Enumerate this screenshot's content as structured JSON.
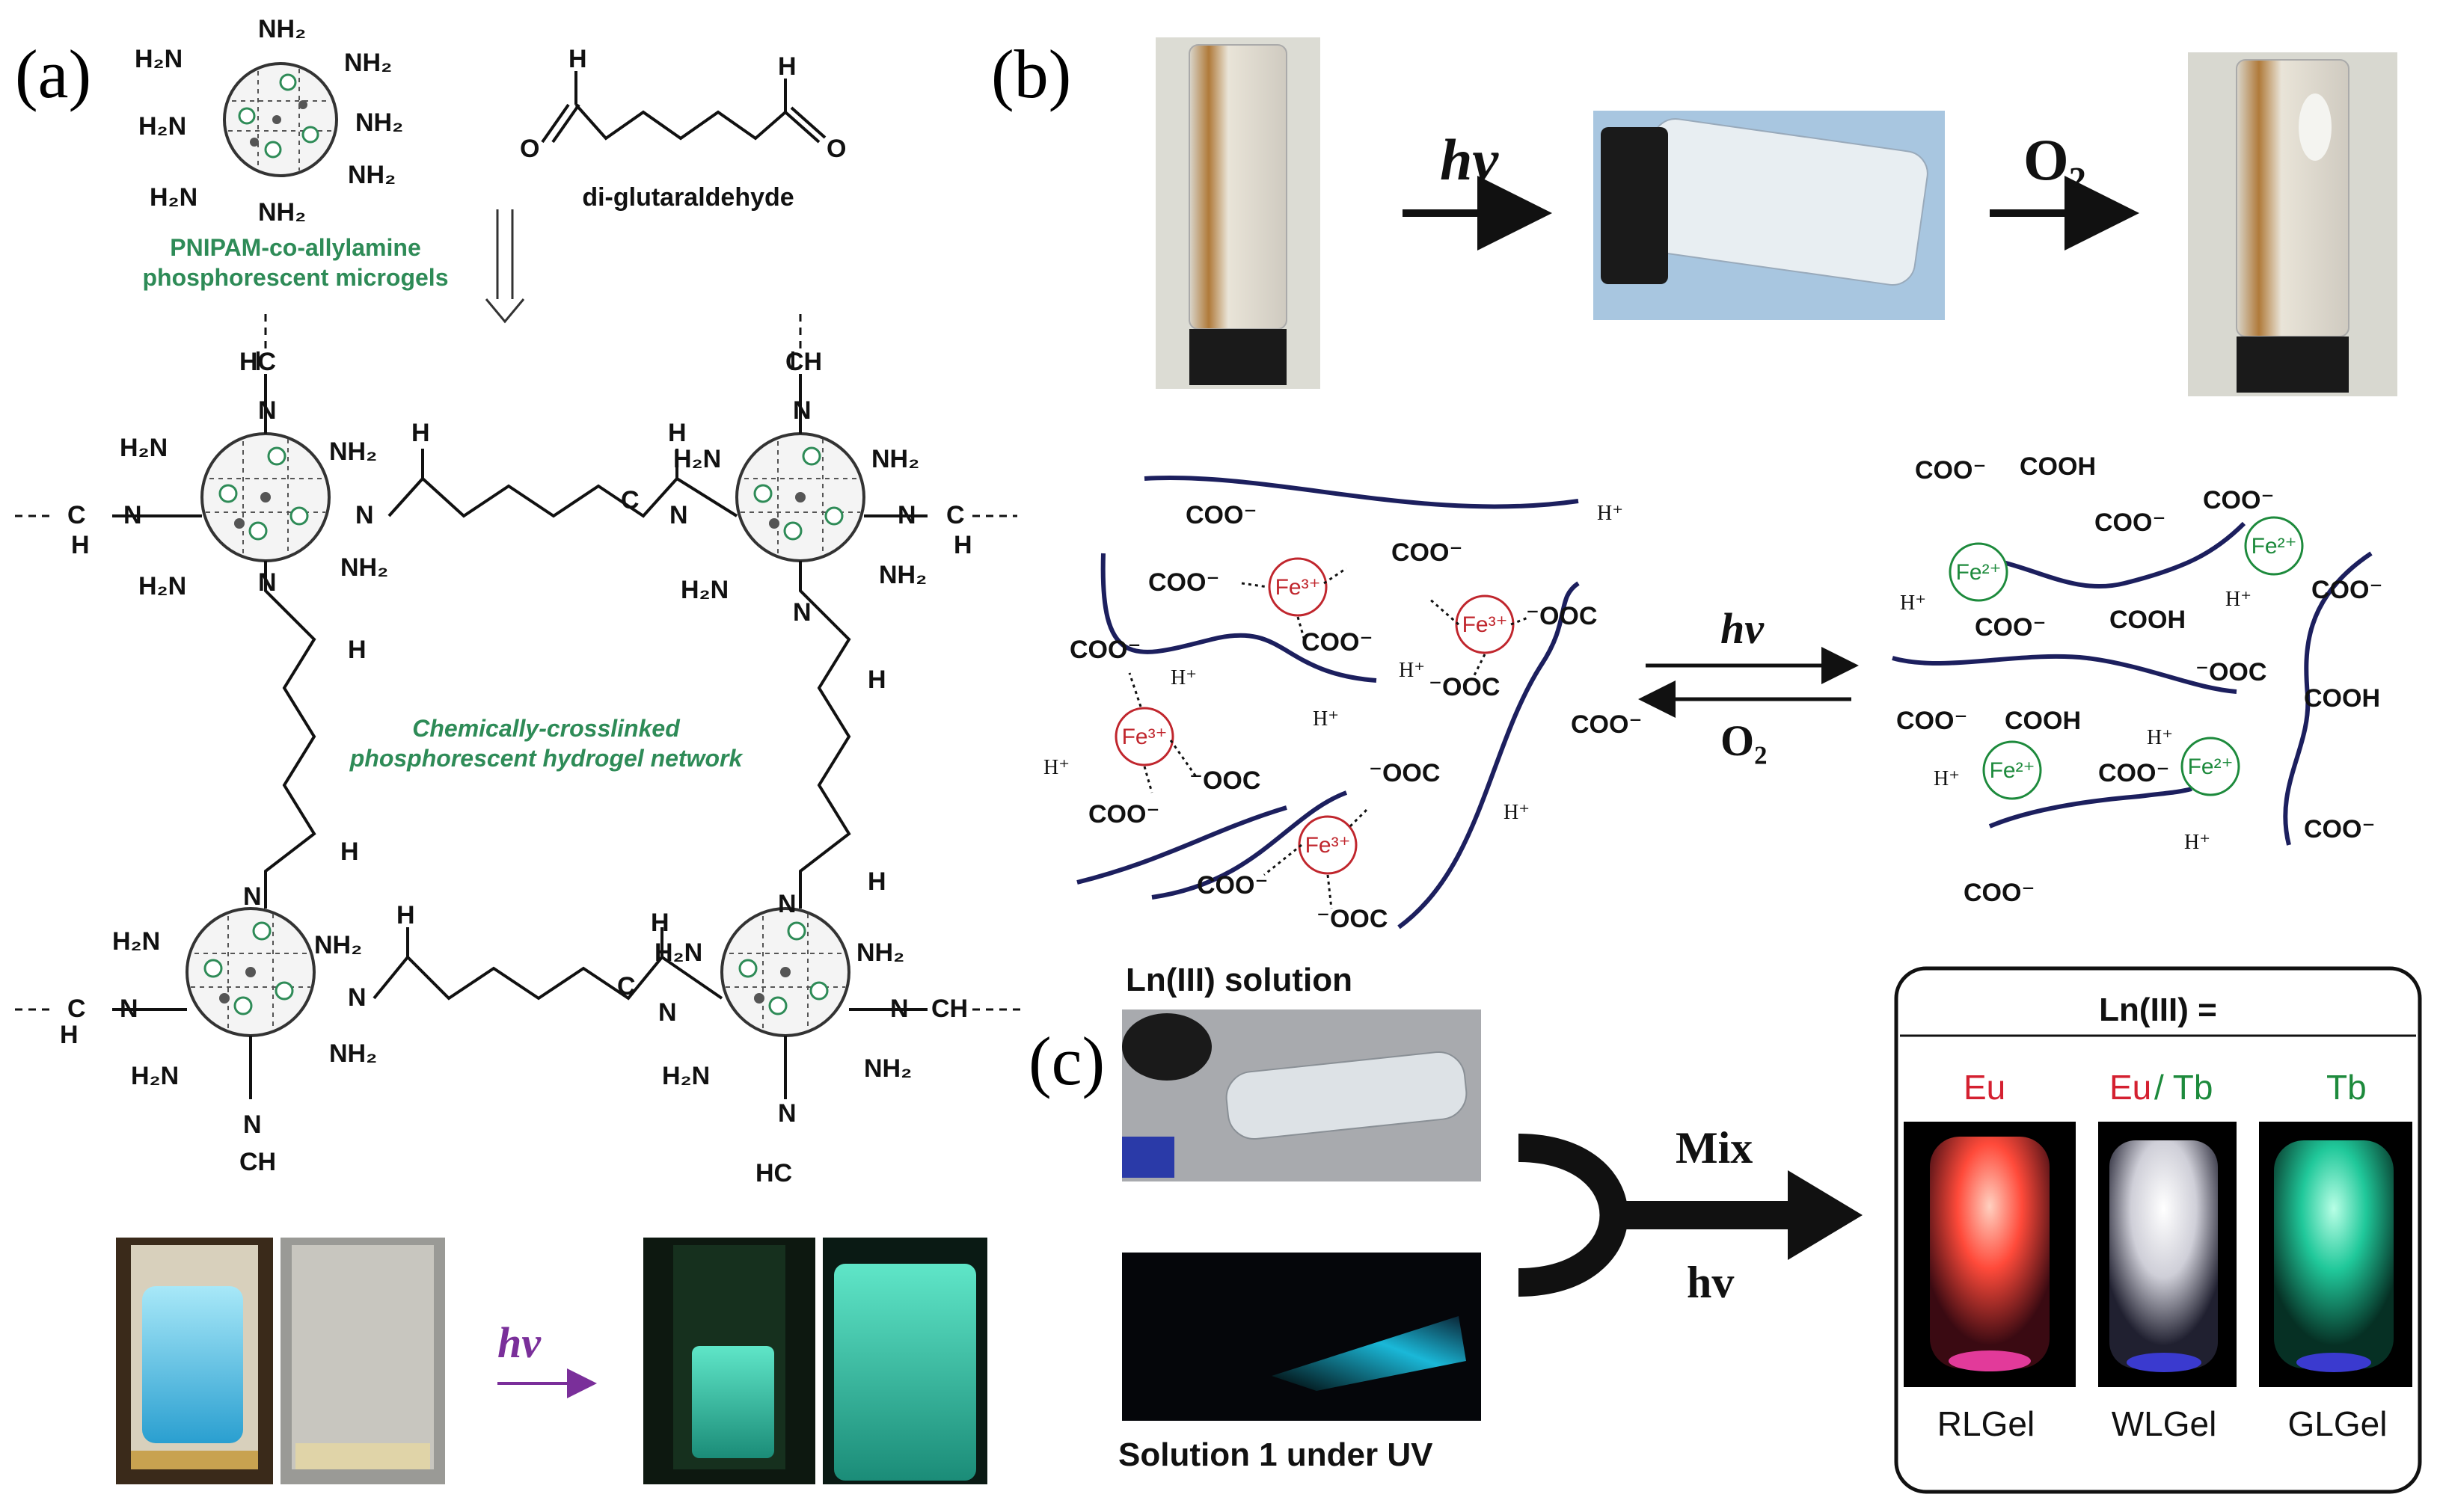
{
  "panels": {
    "a": "(a)",
    "b": "(b)",
    "c": "(c)"
  },
  "panel_a": {
    "amine": "H₂N",
    "amine_r": "NH₂",
    "aldehyde_label": "di-glutaraldehyde",
    "aldehyde_h": "H",
    "aldehyde_o": "O",
    "microgel_line1": "PNIPAM-co-allylamine",
    "microgel_line2": "phosphorescent microgels",
    "network_line1": "Chemically-crosslinked",
    "network_line2": "phosphorescent hydrogel network",
    "hc": "HC",
    "ch": "CH",
    "n": "N",
    "h": "H",
    "c": "C",
    "hv": "hv"
  },
  "panel_b": {
    "hv": "hv",
    "o2": "O₂",
    "fe3": "Fe³⁺",
    "fe2": "Fe²⁺",
    "coo": "COO⁻",
    "ooc": "⁻OOC",
    "cooh": "COOH",
    "hplus": "H⁺"
  },
  "panel_c": {
    "ln_solution": "Ln(III) solution",
    "solution1": "Solution 1 under UV",
    "mix": "Mix",
    "hv": "hv",
    "ln_eq": "Ln(III) =",
    "eu": "Eu",
    "eu_tb_a": "Eu",
    "eu_tb_b": "/ Tb",
    "tb": "Tb",
    "rlgel": "RLGel",
    "wlgel": "WLGel",
    "glgel": "GLGel"
  },
  "colors": {
    "network_green": "#2e8b57",
    "fe3_red": "#c0262d",
    "fe2_green": "#1d8a3c",
    "polymer_navy": "#1c1f5e",
    "hv_purple": "#7a2f9a"
  }
}
